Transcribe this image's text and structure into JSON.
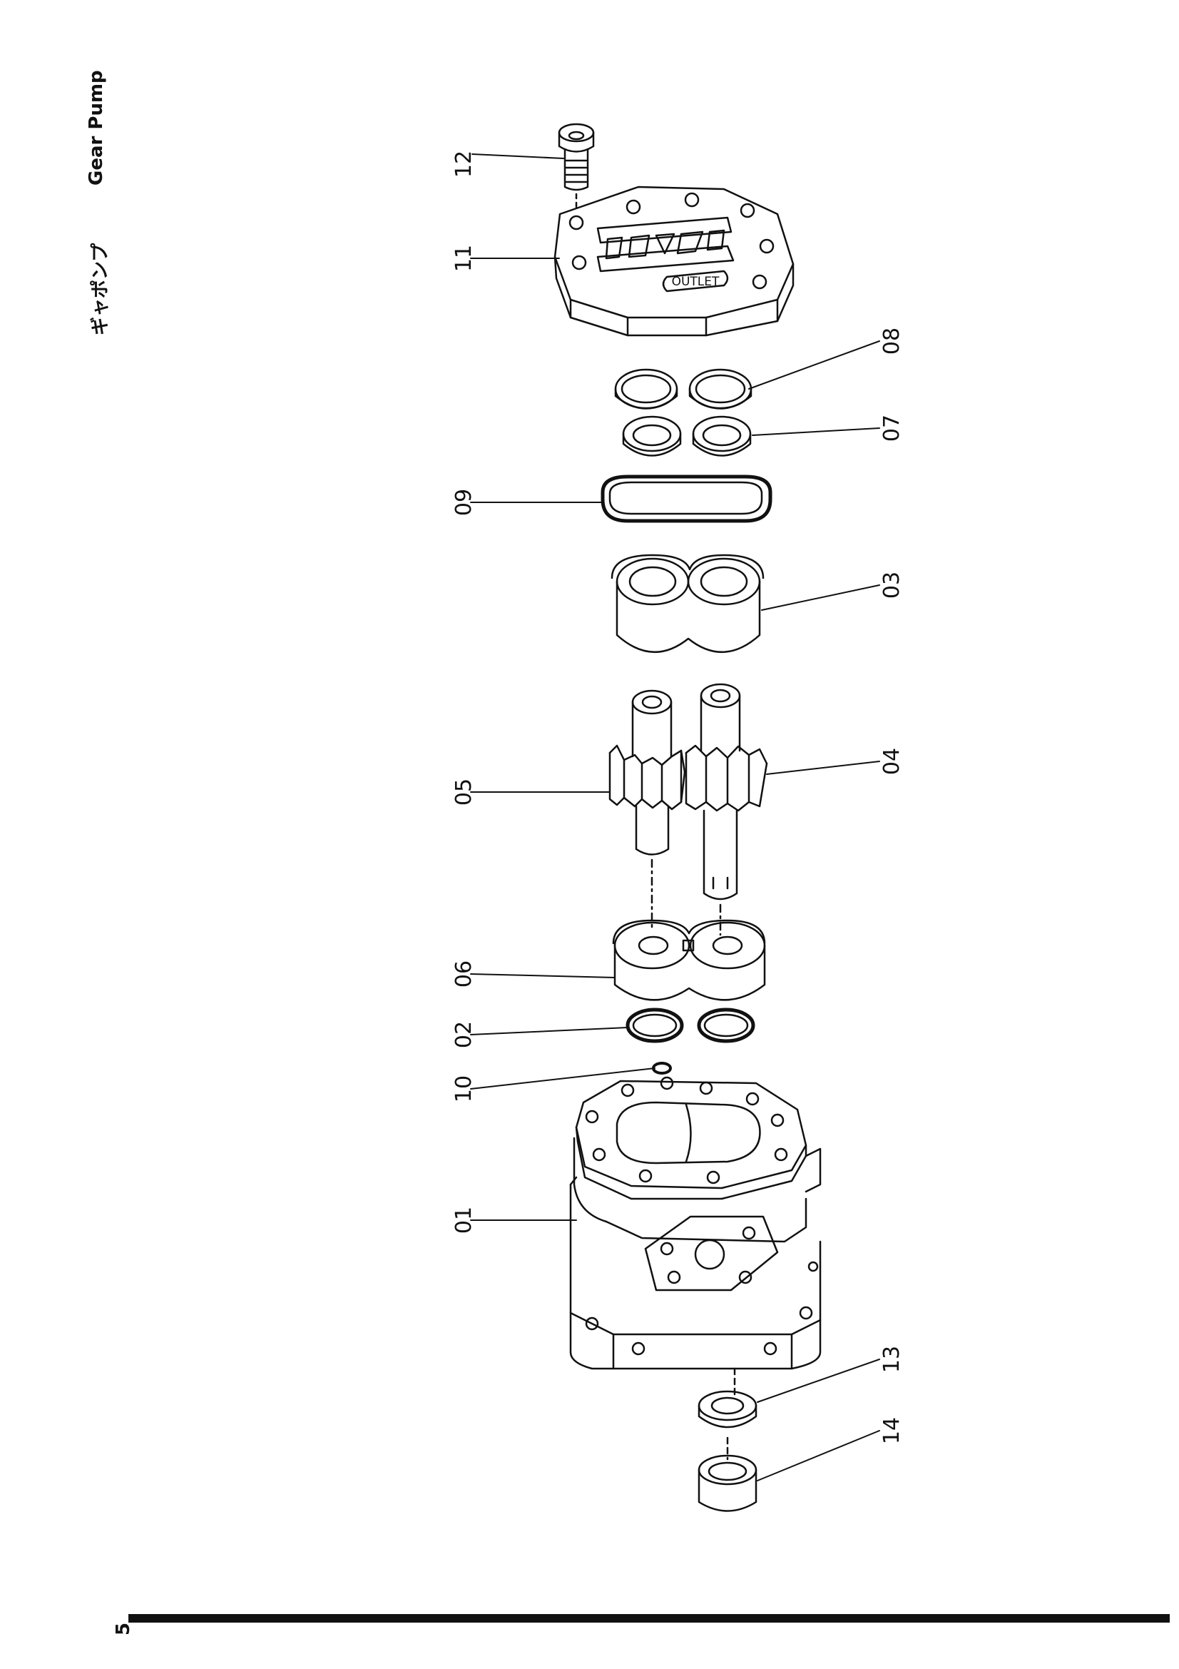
{
  "header": {
    "title_ja": "ギャポンプ",
    "title_en": "Gear Pump"
  },
  "page": {
    "number": "5"
  },
  "parts": [
    {
      "id": "p12",
      "label": "12"
    },
    {
      "id": "p11",
      "label": "11"
    },
    {
      "id": "p08",
      "label": "08"
    },
    {
      "id": "p07",
      "label": "07"
    },
    {
      "id": "p09",
      "label": "09"
    },
    {
      "id": "p03",
      "label": "03"
    },
    {
      "id": "p05",
      "label": "05"
    },
    {
      "id": "p04",
      "label": "04"
    },
    {
      "id": "p06",
      "label": "06"
    },
    {
      "id": "p02",
      "label": "02"
    },
    {
      "id": "p10",
      "label": "10"
    },
    {
      "id": "p01",
      "label": "01"
    },
    {
      "id": "p13",
      "label": "13"
    },
    {
      "id": "p14",
      "label": "14"
    }
  ],
  "cover_text": "OUTLET"
}
